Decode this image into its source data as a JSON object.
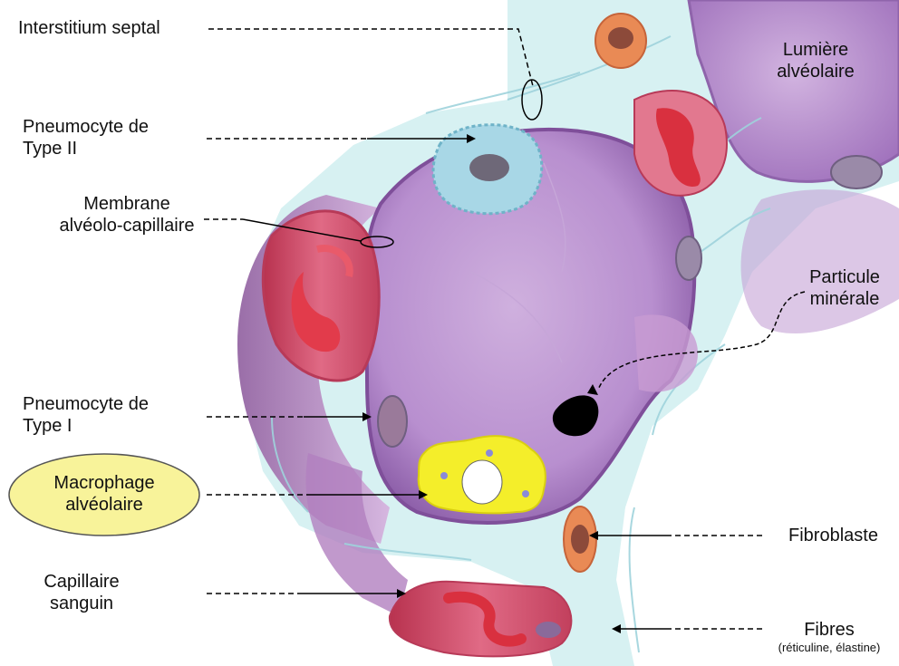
{
  "labels": {
    "interstitium": "Interstitium septal",
    "lumiere_l1": "Lumière",
    "lumiere_l2": "alvéolaire",
    "pneumo2_l1": "Pneumocyte de",
    "pneumo2_l2": "Type II",
    "membrane_l1": "Membrane",
    "membrane_l2": "alvéolo-capillaire",
    "particule_l1": "Particule",
    "particule_l2": "minérale",
    "pneumo1_l1": "Pneumocyte de",
    "pneumo1_l2": "Type I",
    "macro_l1": "Macrophage",
    "macro_l2": "alvéolaire",
    "fibroblaste": "Fibroblaste",
    "capillaire_l1": "Capillaire",
    "capillaire_l2": "sanguin",
    "fibres": "Fibres",
    "fibres_sub": "(réticuline, élastine)"
  },
  "colors": {
    "alveolus": "#c9a3d8",
    "alveolus_dark": "#a77bc0",
    "interstitium": "#cdeef0",
    "capillary": "#d94a6a",
    "red_cell": "#e23b4b",
    "macrophage": "#f4ee2a",
    "macro_label_fill": "#f8f39a",
    "fibroblast": "#e98a55",
    "type2": "#a8d7e6"
  },
  "icons": [
    "alveolus-illustration",
    "macrophage-icon",
    "mineral-particle-icon",
    "red-blood-cell-icon"
  ]
}
